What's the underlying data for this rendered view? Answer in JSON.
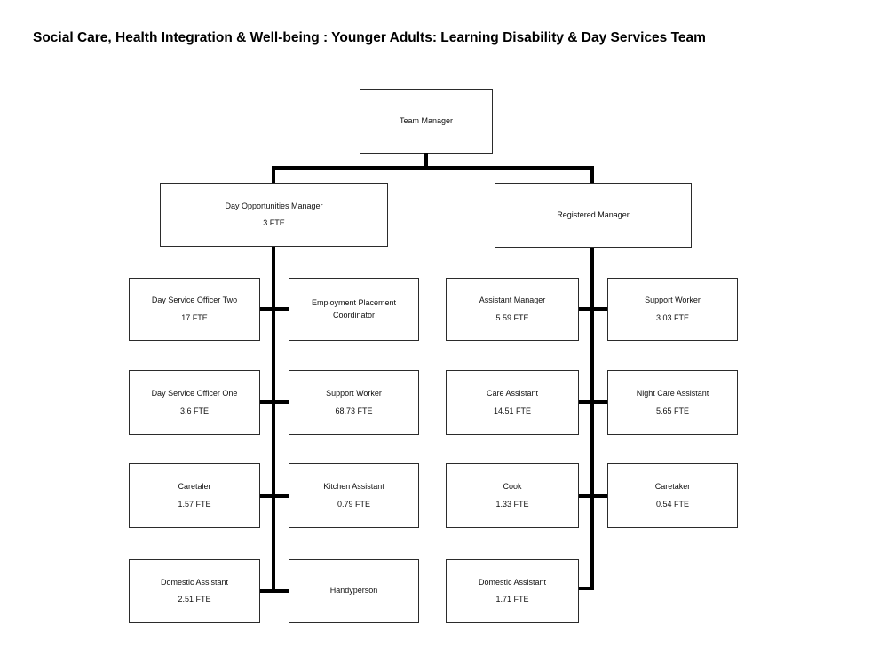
{
  "page": {
    "title": "Social Care, Health Integration & Well-being : Younger Adults: Learning Disability & Day Services Team"
  },
  "org": {
    "root": {
      "title": "Team Manager",
      "fte": ""
    },
    "branches": [
      {
        "manager": {
          "title": "Day Opportunities Manager",
          "fte": "3 FTE"
        },
        "rows": [
          {
            "left": {
              "title": "Day Service Officer Two",
              "fte": "17 FTE"
            },
            "right": {
              "title": "Employment Placement Coordinator",
              "fte": ""
            }
          },
          {
            "left": {
              "title": "Day Service Officer One",
              "fte": "3.6 FTE"
            },
            "right": {
              "title": "Support Worker",
              "fte": "68.73 FTE"
            }
          },
          {
            "left": {
              "title": "Caretaler",
              "fte": "1.57 FTE"
            },
            "right": {
              "title": "Kitchen Assistant",
              "fte": "0.79 FTE"
            }
          },
          {
            "left": {
              "title": "Domestic Assistant",
              "fte": "2.51 FTE"
            },
            "right": {
              "title": "Handyperson",
              "fte": ""
            }
          }
        ]
      },
      {
        "manager": {
          "title": "Registered Manager",
          "fte": ""
        },
        "rows": [
          {
            "left": {
              "title": "Assistant Manager",
              "fte": "5.59 FTE"
            },
            "right": {
              "title": "Support Worker",
              "fte": "3.03 FTE"
            }
          },
          {
            "left": {
              "title": "Care Assistant",
              "fte": "14.51 FTE"
            },
            "right": {
              "title": "Night Care Assistant",
              "fte": "5.65 FTE"
            }
          },
          {
            "left": {
              "title": "Cook",
              "fte": "1.33 FTE"
            },
            "right": {
              "title": "Caretaker",
              "fte": "0.54 FTE"
            }
          },
          {
            "left": {
              "title": "Domestic Assistant",
              "fte": "1.71 FTE"
            }
          }
        ]
      }
    ]
  },
  "colors": {
    "line": "#000000",
    "box_border": "#2b2b2b",
    "text": "#111111",
    "background": "#ffffff"
  }
}
